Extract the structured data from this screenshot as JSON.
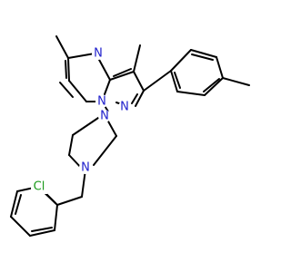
{
  "molecule": {
    "labels": {
      "n_pyrimidine": "N",
      "n_bridge": "N",
      "n_pyrazole": "N",
      "n_piperazine_top": "N",
      "n_piperazine_bottom": "N",
      "cl": "Cl"
    },
    "colors": {
      "bond": "#000000",
      "nitrogen": "#1f1fcc",
      "chlorine": "#1a9a1a",
      "background": "#ffffff"
    }
  }
}
